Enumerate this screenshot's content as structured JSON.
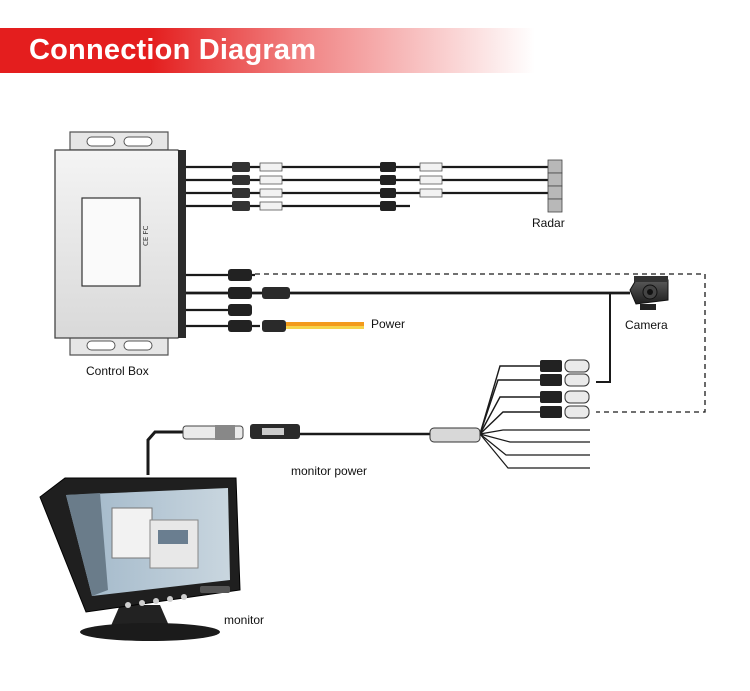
{
  "title": "Connection Diagram",
  "labels": {
    "control_box": "Control Box",
    "radar": "Radar",
    "camera": "Camera",
    "power": "Power",
    "monitor_power": "monitor power",
    "monitor": "monitor"
  },
  "colors": {
    "banner_red": "#e41e1e",
    "cable": "#1a1a1a",
    "power_wire_orange": "#f39a1c",
    "power_wire_yellow": "#f6d34a"
  },
  "icons": [
    "control-box-icon",
    "radar-sensor-icon",
    "camera-icon",
    "monitor-icon",
    "connector-icon"
  ]
}
